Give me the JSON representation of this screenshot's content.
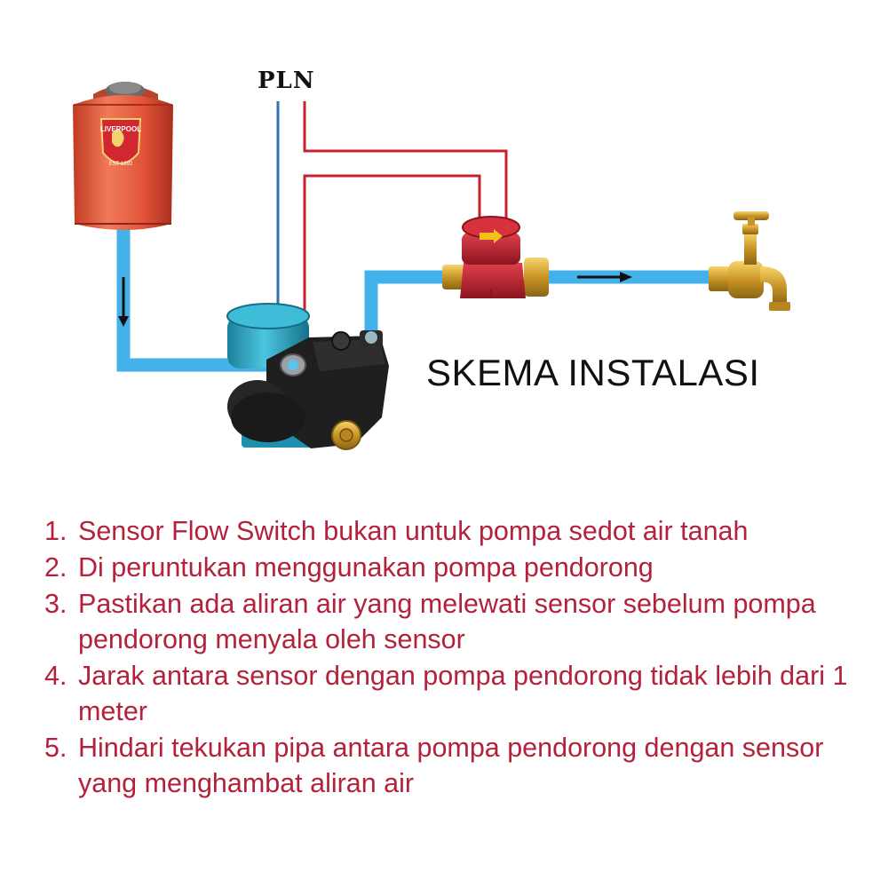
{
  "labels": {
    "power_source": "PLN",
    "title": "SKEMA INSTALASI",
    "tank_logo_text": "LIVERPOOL",
    "tank_logo_est": "EST 1892"
  },
  "notes": [
    {
      "number": "1.",
      "text": "Sensor Flow Switch bukan untuk pompa sedot air tanah"
    },
    {
      "number": "2.",
      "text": "Di peruntukan menggunakan pompa pendorong"
    },
    {
      "number": "3.",
      "text": "Pastikan ada aliran air yang melewati sensor sebelum pompa pendorong menyala oleh sensor"
    },
    {
      "number": "4.",
      "text": "Jarak antara sensor dengan pompa pendorong tidak lebih dari 1 meter"
    },
    {
      "number": "5.",
      "text": "Hindari tekukan pipa antara pompa pendorong dengan sensor yang menghambat aliran air"
    }
  ],
  "colors": {
    "pipe": "#43b2ea",
    "wire_blue": "#2f6fb6",
    "wire_red": "#c8202f",
    "tank": "#e2543a",
    "pump": "#2aa3c2",
    "brass": "#d7a72e",
    "note_text": "#b3223a"
  },
  "icons": [
    "water-tank-icon",
    "water-pump-icon",
    "flow-switch-sensor-icon",
    "water-faucet-icon",
    "flow-arrow-icon"
  ]
}
